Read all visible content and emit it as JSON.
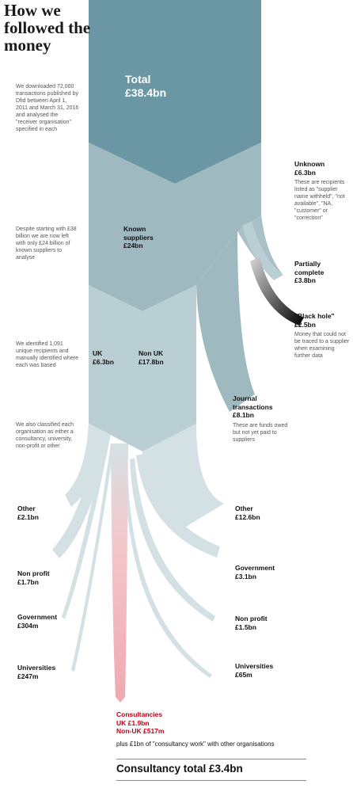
{
  "title": "How we followed the money",
  "notes": {
    "downloaded": "We downloaded 72,000 transactions published by Dfid between April 1, 2011 and March 31, 2016 and analysed the \"receiver organisation\" specified in each",
    "despite": "Despite starting with £38 billion we are now left with only £24 billion of known suppliers to analyse",
    "identified": "We identified 1,091 unique recipients and manually identified where each was based",
    "classified": "We also classified each organisation as either a consultancy, university, non-profit or other"
  },
  "total": {
    "label": "Total",
    "value": "£38.4bn"
  },
  "unknown": {
    "label": "Unknown",
    "value": "£6.3bn",
    "desc": "These are recipients listed as \"supplier name withheld\", \"not available\", \"NA, \"customer\" or \"correction\""
  },
  "partially": {
    "label": "Partially complete",
    "value": "£3.8bn"
  },
  "blackhole": {
    "label": "\"Black hole\"",
    "value": "£2.5bn",
    "desc": "Money that could not be traced to a supplier when examining further data"
  },
  "known": {
    "label": "Known suppliers",
    "value": "£24bn"
  },
  "uk": {
    "label": "UK",
    "value": "£6.3bn"
  },
  "nonuk": {
    "label": "Non UK",
    "value": "£17.8bn"
  },
  "journal": {
    "label": "Journal transactions",
    "value": "£8.1bn",
    "desc": "These are funds owed but not yet paid to suppliers"
  },
  "uk_other": {
    "label": "Other",
    "value": "£2.1bn"
  },
  "uk_nonprofit": {
    "label": "Non profit",
    "value": "£1.7bn"
  },
  "uk_government": {
    "label": "Government",
    "value": "£304m"
  },
  "uk_universities": {
    "label": "Universities",
    "value": "£247m"
  },
  "nonuk_other": {
    "label": "Other",
    "value": "£12.6bn"
  },
  "nonuk_government": {
    "label": "Government",
    "value": "£3.1bn"
  },
  "nonuk_nonprofit": {
    "label": "Non profit",
    "value": "£1.5bn"
  },
  "nonuk_universities": {
    "label": "Universities",
    "value": "£65m"
  },
  "consultancies": {
    "label": "Consultancies",
    "uk": "UK £1.9bn",
    "nonuk": "Non-UK £517m"
  },
  "plus": "plus £1bn of \"consultancy work\" with other organisations",
  "consultancy_total": "Consultancy total £3.4bn",
  "colors": {
    "total": "#6a97a3",
    "level2": "#9fb9c0",
    "level3": "#b9cfd4",
    "level4": "#d3e1e4",
    "consultancy": "#f1b7bd",
    "blackhole": "#111111"
  }
}
